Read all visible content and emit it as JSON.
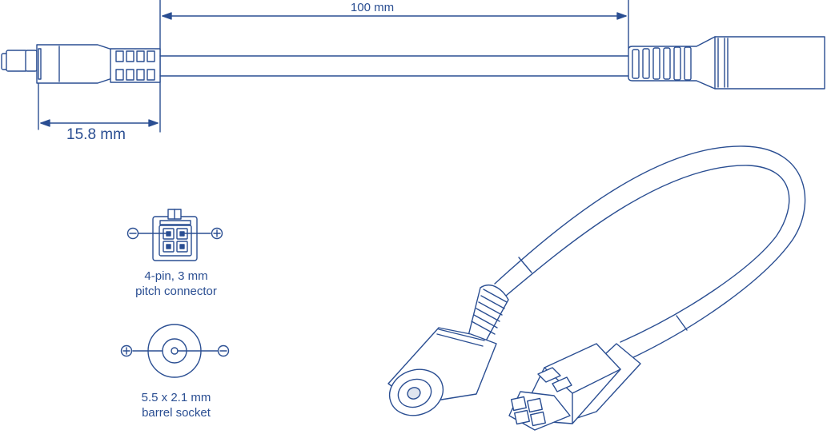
{
  "dimensions": {
    "cable_length": "100 mm",
    "connector_length": "15.8 mm"
  },
  "legend": {
    "connector_line1": "4-pin, 3 mm",
    "connector_line2": "pitch connector",
    "barrel_line1": "5.5 x 2.1 mm",
    "barrel_line2": "barrel socket"
  },
  "colors": {
    "line": "#2a4e92",
    "fill": "#ffffff"
  }
}
